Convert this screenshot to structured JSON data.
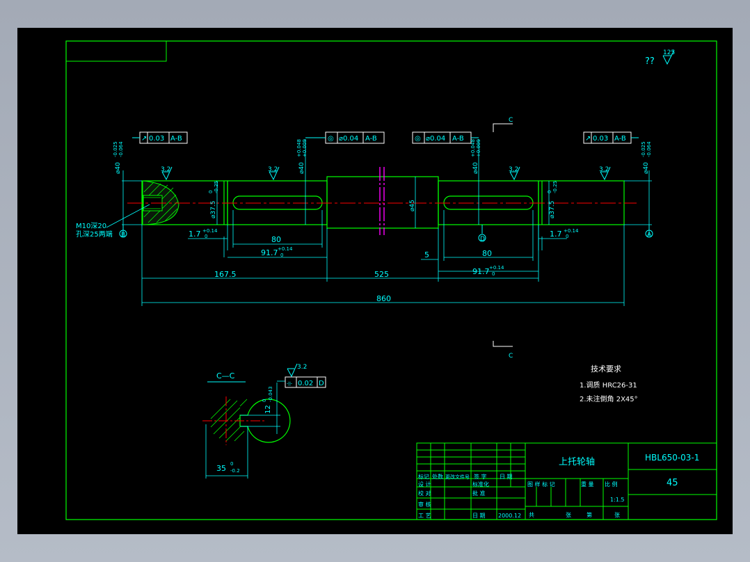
{
  "drawing": {
    "part_name": "上托轮轴",
    "drawing_number": "HBL650-03-1",
    "material": "45",
    "scale": "1:1.5",
    "date": "2000.12",
    "roughness_general": "125",
    "roughness_prefix": "??",
    "roughness_local": "3.2"
  },
  "dimensions": {
    "total_length": "860",
    "seg_left": "167.5",
    "seg_mid": "525",
    "key_len": "80",
    "key_pos": "91.7",
    "key_pos_tol": "+0.14",
    "key_pos_tol_low": "0",
    "groove": "1.7",
    "groove_tol": "+0.14",
    "groove_tol_low": "0",
    "gap": "5",
    "dia_mid": "⌀45",
    "dia_bearing_left": "⌀40",
    "dia_bearing_left_tol_up": "-0.025",
    "dia_bearing_left_tol_low": "-0.064",
    "dia_bearing_right": "⌀40",
    "dia_bearing_right_tol_up": "-0.025",
    "dia_bearing_right_tol_low": "-0.064",
    "dia_key": "⌀40",
    "dia_key_tol_up": "+0.048",
    "dia_key_tol_low": "+0.009",
    "dia_groove": "⌀37.5",
    "dia_groove_tol_up": "0",
    "dia_groove_tol_low": "-0.25",
    "thread_note_1": "M10深20",
    "thread_note_2": "孔深25两端"
  },
  "tolerance_frames": {
    "runout_left": {
      "symbol": "↗",
      "value": "0.03",
      "datum": "A-B"
    },
    "coax_left": {
      "symbol": "◎",
      "value": "⌀0.04",
      "datum": "A-B"
    },
    "coax_right": {
      "symbol": "◎",
      "value": "⌀0.04",
      "datum": "A-B"
    },
    "runout_right": {
      "symbol": "↗",
      "value": "0.03",
      "datum": "A-B"
    },
    "symmetry": {
      "symbol": "⌯",
      "value": "0.02",
      "datum": "D"
    }
  },
  "datums": {
    "A": "A",
    "B": "B",
    "D": "D"
  },
  "section": {
    "label": "C—C",
    "cut_letter": "C",
    "width": "35",
    "width_tol_up": "0",
    "width_tol_low": "-0.2",
    "key_width": "12",
    "key_width_tol_up": "0",
    "key_width_tol_low": "-0.043"
  },
  "tech_requirements": {
    "title": "技术要求",
    "item1": "1.调质  HRC26-31",
    "item2": "2.未注倒角  2X45°"
  },
  "title_block": {
    "header_cells": [
      "标记",
      "处数",
      "更改文件号",
      "签 字",
      "日 期"
    ],
    "r_design": "设 计",
    "r_check": "校 对",
    "r_review": "审 核",
    "r_process": "工 艺",
    "std": "标准化",
    "approve": "批 准",
    "date_label": "日 期",
    "stage": "图 样 标 记",
    "weight": "重 量",
    "scale_label": "比 例",
    "sheets": "共",
    "sheet_unit": "张",
    "sheet_no": "第",
    "sheet_unit2": "张"
  },
  "colors": {
    "border": "#00ff00",
    "dimension": "#00ffff",
    "centerline": "#ff0000",
    "keyway_center": "#ff00ff",
    "background": "#000000"
  }
}
